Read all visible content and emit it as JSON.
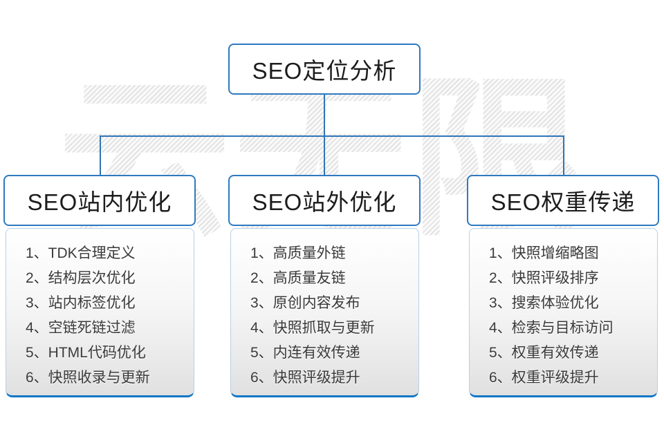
{
  "diagram": {
    "root": {
      "title": "SEO定位分析"
    },
    "branches": [
      {
        "title": "SEO站内优化",
        "items": [
          "1、TDK合理定义",
          "2、结构层次优化",
          "3、站内标签优化",
          "4、空链死链过滤",
          "5、HTML代码优化",
          "6、快照收录与更新"
        ]
      },
      {
        "title": "SEO站外优化",
        "items": [
          "1、高质量外链",
          "2、高质量友链",
          "3、原创内容发布",
          "4、快照抓取与更新",
          "5、内连有效传递",
          "6、快照评级提升"
        ]
      },
      {
        "title": "SEO权重传递",
        "items": [
          "1、快照增缩略图",
          "2、快照评级排序",
          "3、搜索体验优化",
          "4、检索与目标访问",
          "5、权重有效传递",
          "6、权重评级提升"
        ]
      }
    ],
    "watermark": "云无限",
    "colors": {
      "connector": "#2e75b6",
      "box_border": "#2e79c0",
      "panel_bottom_border": "#0f76c6",
      "watermark_gray": "#ececec"
    }
  }
}
